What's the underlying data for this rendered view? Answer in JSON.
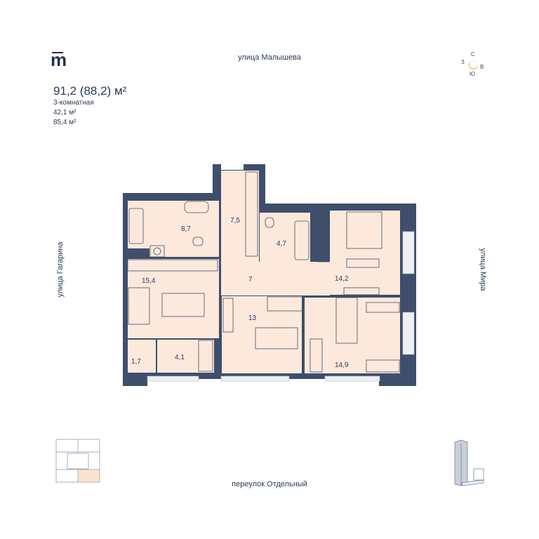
{
  "header": {
    "logo": "m",
    "total_area": "91,2 (88,2) м²",
    "room_type": "3-комнатная",
    "living_area": "42,1 м²",
    "area_without_balcony": "85,4 м²"
  },
  "compass": {
    "north": "С",
    "east": "В",
    "south": "Ю",
    "west": "З",
    "accent": "#f5a623"
  },
  "streets": {
    "top": "улица Малышева",
    "left": "улица Гагарина",
    "right": "улица Мира",
    "bottom": "переулок Отдельный"
  },
  "rooms": [
    {
      "id": "bathroom",
      "area": "8,7"
    },
    {
      "id": "entrance-hall",
      "area": "7,5"
    },
    {
      "id": "wc",
      "area": "4,7"
    },
    {
      "id": "bedroom",
      "area": "14,2"
    },
    {
      "id": "kitchen-living",
      "area": "15,4"
    },
    {
      "id": "corridor",
      "area": "7"
    },
    {
      "id": "room",
      "area": "13"
    },
    {
      "id": "kids-room",
      "area": "14,9"
    },
    {
      "id": "storage",
      "area": "1,7"
    },
    {
      "id": "dressing",
      "area": "4,1"
    }
  ],
  "colors": {
    "wall": "#3f4e6a",
    "floor": "#fde9dc",
    "text": "#2b3a58",
    "highlight": "#fde3cf"
  }
}
